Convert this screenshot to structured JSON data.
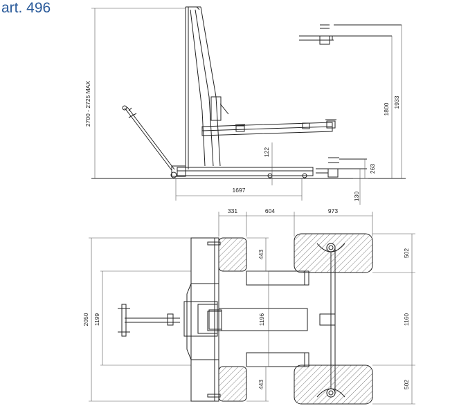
{
  "title": "art. 496",
  "side_view": {
    "height_range": "2700 - 2725 MAX",
    "arm_height": "1800",
    "top_height": "1933",
    "ground_clearance": "122",
    "low_pad_height": "263",
    "min_pad_height": "130",
    "length": "1697"
  },
  "top_view": {
    "dim_top_1": "331",
    "dim_top_2": "604",
    "dim_top_3": "973",
    "overall_width": "2050",
    "inner_width": "1199",
    "center_width": "1196",
    "pad_depth_top": "443",
    "pad_depth_bottom": "443",
    "wheel_top": "502",
    "wheel_span": "1160",
    "wheel_bottom": "502"
  }
}
